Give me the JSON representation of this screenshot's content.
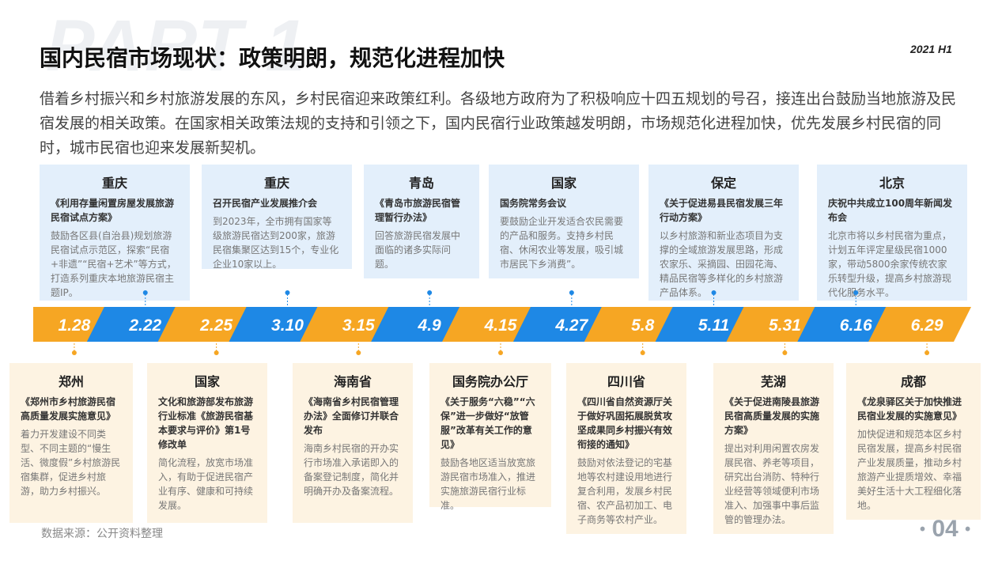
{
  "watermark": "PART 1",
  "title": "国内民宿市场现状：政策明朗，规范化进程加快",
  "period": "2021 H1",
  "intro": "借着乡村振兴和乡村旅游发展的东风，乡村民宿迎来政策红利。各级地方政府为了积极响应十四五规划的号召，接连出台鼓励当地旅游及民宿发展的相关政策。在国家相关政策法规的支持和引领之下，国内民宿行业政策越发明朗，市场规范化进程加快，优先发展乡村民宿的同时，城市民宿也迎来发展新契机。",
  "colors": {
    "orange": "#f6a623",
    "blue": "#1e88e5",
    "top_card": "#e3effb",
    "bottom_card": "#fdf3e2"
  },
  "timeline": [
    {
      "date": "1.28",
      "color": "orange"
    },
    {
      "date": "2.22",
      "color": "blue"
    },
    {
      "date": "2.25",
      "color": "orange"
    },
    {
      "date": "3.10",
      "color": "blue"
    },
    {
      "date": "3.15",
      "color": "orange"
    },
    {
      "date": "4.9",
      "color": "blue"
    },
    {
      "date": "4.15",
      "color": "orange"
    },
    {
      "date": "4.27",
      "color": "blue"
    },
    {
      "date": "5.8",
      "color": "orange"
    },
    {
      "date": "5.11",
      "color": "blue"
    },
    {
      "date": "5.31",
      "color": "orange"
    },
    {
      "date": "6.16",
      "color": "blue"
    },
    {
      "date": "6.29",
      "color": "orange"
    }
  ],
  "top_cards": [
    {
      "place": "重庆",
      "head": "《利用存量闲置房屋发展旅游民宿试点方案》",
      "body": "鼓励各区县(自治县)规划旅游民宿试点示范区，探索“民宿+非遗”“民宿+艺术”等方式，打造系列重庆本地旅游民宿主题IP。"
    },
    {
      "place": "重庆",
      "head": "召开民宿产业发展推介会",
      "body": "到2023年，全市拥有国家等级旅游民宿达到200家，旅游民宿集聚区达到15个，专业化企业10家以上。"
    },
    {
      "place": "青岛",
      "head": "《青岛市旅游民宿管理暂行办法》",
      "body": "回答旅游民宿发展中面临的诸多实际问题。"
    },
    {
      "place": "国家",
      "head": "国务院常务会议",
      "body": "要鼓励企业开发适合农民需要的产品和服务。支持乡村民宿、休闲农业等发展，吸引城市居民下乡消费”。"
    },
    {
      "place": "保定",
      "head": "《关于促进易县民宿发展三年行动方案》",
      "body": "以乡村旅游和新业态项目为支撑的全域旅游发展思路，形成农家乐、采摘园、田园花海、精品民宿等多样化的乡村旅游产品体系。"
    },
    {
      "place": "北京",
      "head": "庆祝中共成立100周年新闻发布会",
      "body": "北京市将以乡村民宿为重点，计划五年评定星级民宿1000家，带动5800余家传统农家乐转型升级，提高乡村旅游现代化服务水平。"
    }
  ],
  "bottom_cards": [
    {
      "place": "郑州",
      "head": "《郑州市乡村旅游民宿高质量发展实施意见》",
      "body": "着力开发建设不同类型、不同主题的“慢生活、微度假”乡村旅游民宿集群，促进乡村旅游，助力乡村振兴。"
    },
    {
      "place": "国家",
      "head": "文化和旅游部发布旅游行业标准《旅游民宿基本要求与评价》第1号修改单",
      "body": "简化流程，放宽市场准入，有助于促进民宿产业有序、健康和可持续发展。"
    },
    {
      "place": "海南省",
      "head": "《海南省乡村民宿管理办法》全面修订并联合发布",
      "body": "海南乡村民宿的开办实行市场准入承诺即入的备案登记制度，简化并明确开办及备案流程。"
    },
    {
      "place": "国务院办公厅",
      "head": "《关于服务“六稳”“六保”进一步做好“放管服”改革有关工作的意见》",
      "body": "鼓励各地区适当放宽旅游民宿市场准入，推进实施旅游民宿行业标准。"
    },
    {
      "place": "四川省",
      "head": "《四川省自然资源厅关于做好巩固拓展脱贫攻坚成果同乡村振兴有效衔接的通知》",
      "body": "鼓励对依法登记的宅基地等农村建设用地进行复合利用，发展乡村民宿、农产品初加工、电子商务等农村产业。"
    },
    {
      "place": "芜湖",
      "head": "《关于促进南陵县旅游民宿高质量发展的实施方案》",
      "body": "提出对利用闲置农房发展民宿、养老等项目，研究出台消防、特种行业经营等领域便利市场准入、加强事中事后监管的管理办法。"
    },
    {
      "place": "成都",
      "head": "《龙泉驿区关于加快推进民宿业发展的实施意见》",
      "body": "加快促进和规范本区乡村民宿发展，提高乡村民宿产业发展质量，推动乡村旅游产业提质增效、幸福美好生活十大工程细化落地。"
    }
  ],
  "source": "数据来源：公开资料整理",
  "page_number": "04",
  "page_dot": "•"
}
